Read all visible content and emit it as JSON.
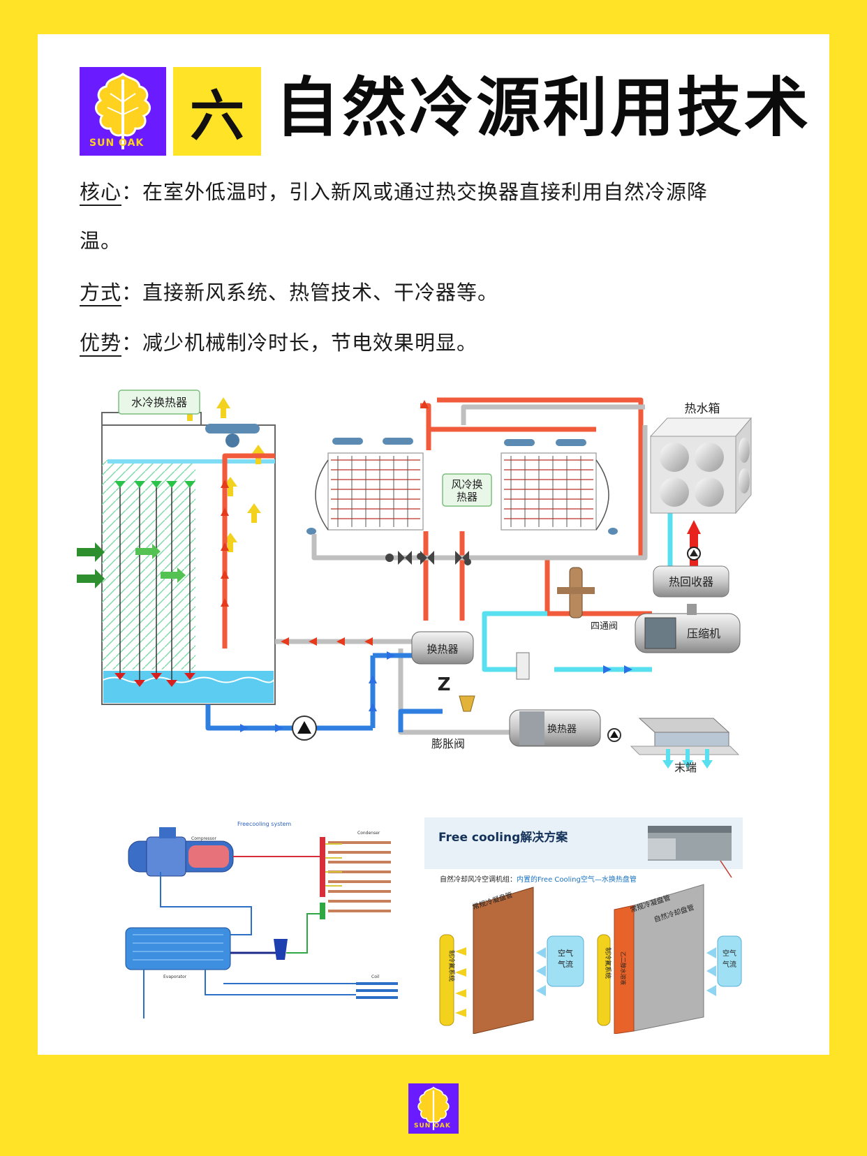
{
  "brand": {
    "logo_text": "SUN OAK",
    "brand_color": "#6A1BFF",
    "accent_color": "#FFE326"
  },
  "header": {
    "number": "六",
    "title": "自然冷源利用技术"
  },
  "content": [
    {
      "label": "核心",
      "text": "：在室外低温时，引入新风或通过热交换器直接利用自然冷源降",
      "continuation": "温。"
    },
    {
      "label": "方式",
      "text": "：直接新风系统、热管技术、干冷器等。"
    },
    {
      "label": "优势",
      "text": "：减少机械制冷时长，节电效果明显。"
    }
  ],
  "diagram1": {
    "labels": {
      "water_hx": "水冷换热器",
      "air_hx_1": "风冷换",
      "air_hx_2": "热器",
      "hot_water_tank": "热水箱",
      "heat_recovery": "热回收器",
      "four_way_valve": "四通阀",
      "heat_exchanger_top": "换热器",
      "compressor": "压缩机",
      "heat_exchanger_bottom": "换热器",
      "expansion_valve": "膨胀阀",
      "terminal": "末端"
    }
  },
  "diagram2": {
    "title": "Freecooling system",
    "labels": {
      "compressor": "Compressor",
      "condenser": "Condenser",
      "evaporator": "Evaporator",
      "coil": "Coil"
    }
  },
  "diagram3": {
    "header": "Free cooling解决方案",
    "subtitle_black": "自然冷却风冷空调机组：",
    "subtitle_blue": "内置的Free Cooling空气—水换热盘管",
    "left": {
      "coil": "常规冷凝盘管",
      "system": "制冷氟系统",
      "air_1": "空气",
      "air_2": "气流"
    },
    "right": {
      "coil1": "常规冷凝盘管",
      "coil2": "自然冷却盘管",
      "system": "制冷氟系统",
      "solution": "乙二醇水溶液",
      "air_1": "空气",
      "air_2": "气流"
    }
  }
}
